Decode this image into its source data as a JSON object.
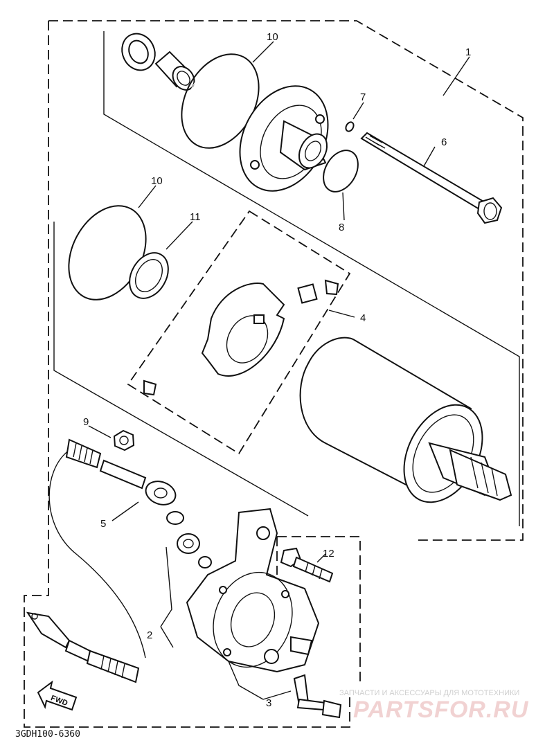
{
  "diagram": {
    "code": "3GDH100-6360",
    "direction_label": "FWD",
    "watermark": {
      "line1": "ЗАПЧАСТИ И АКСЕССУАРЫ ДЛЯ МОТОТЕХНИКИ",
      "line2": "PARTSFOR.RU"
    },
    "callouts": [
      "1",
      "2",
      "3",
      "4",
      "5",
      "6",
      "7",
      "8",
      "9",
      "10",
      "10",
      "11",
      "12"
    ]
  }
}
